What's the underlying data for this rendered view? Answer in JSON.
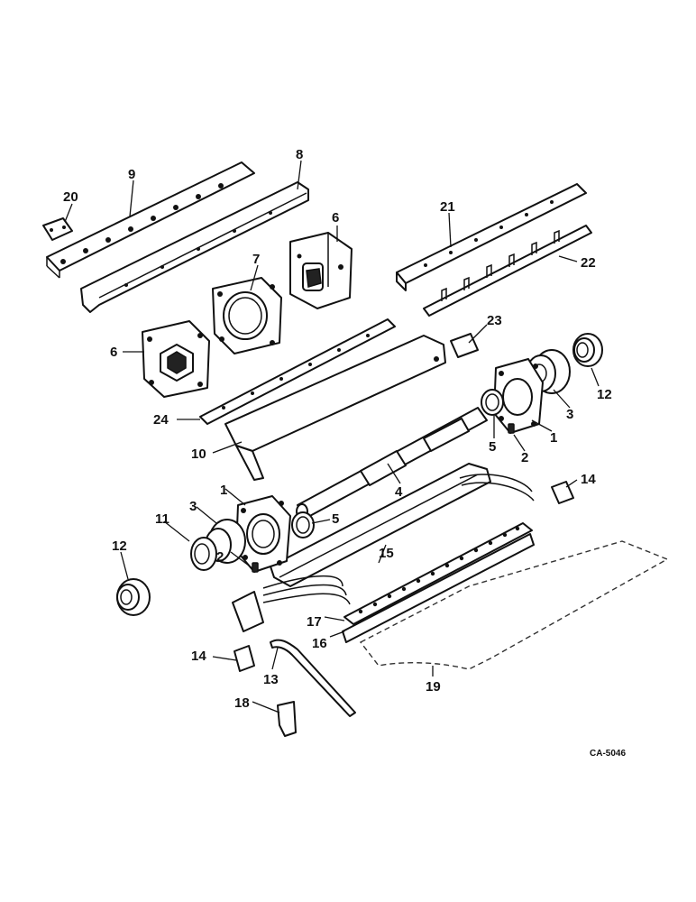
{
  "diagram": {
    "reference_code": "CA-5046",
    "callouts": {
      "c1": "1",
      "c2": "2",
      "c3": "3",
      "c4": "4",
      "c5": "5",
      "c6": "6",
      "c7": "7",
      "c8": "8",
      "c9": "9",
      "c10": "10",
      "c11": "11",
      "c12": "12",
      "c13": "13",
      "c14": "14",
      "c15": "15",
      "c16": "16",
      "c17": "17",
      "c18": "18",
      "c19": "19",
      "c20": "20",
      "c21": "21",
      "c22": "22",
      "c23": "23",
      "c24": "24"
    }
  }
}
